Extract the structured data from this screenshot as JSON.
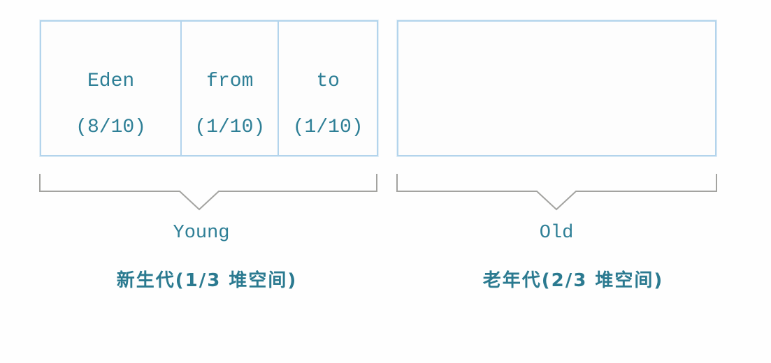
{
  "diagram": {
    "title_semantics": "JVM heap generations diagram",
    "young": {
      "cells": [
        {
          "name": "Eden",
          "fraction": "(8/10)"
        },
        {
          "name": "from",
          "fraction": "(1/10)"
        },
        {
          "name": "to",
          "fraction": "(1/10)"
        }
      ],
      "label": "Young",
      "sublabel": "新生代(1/3 堆空间)"
    },
    "old": {
      "label": "Old",
      "sublabel": "老年代(2/3 堆空间)"
    },
    "colors": {
      "text_teal": "#2e7f96",
      "sublabel_teal": "#2b7a90",
      "box_border_blue": "#b3d4ec",
      "bracket_gray": "#a3a3a0",
      "background": "#fefefe"
    }
  }
}
